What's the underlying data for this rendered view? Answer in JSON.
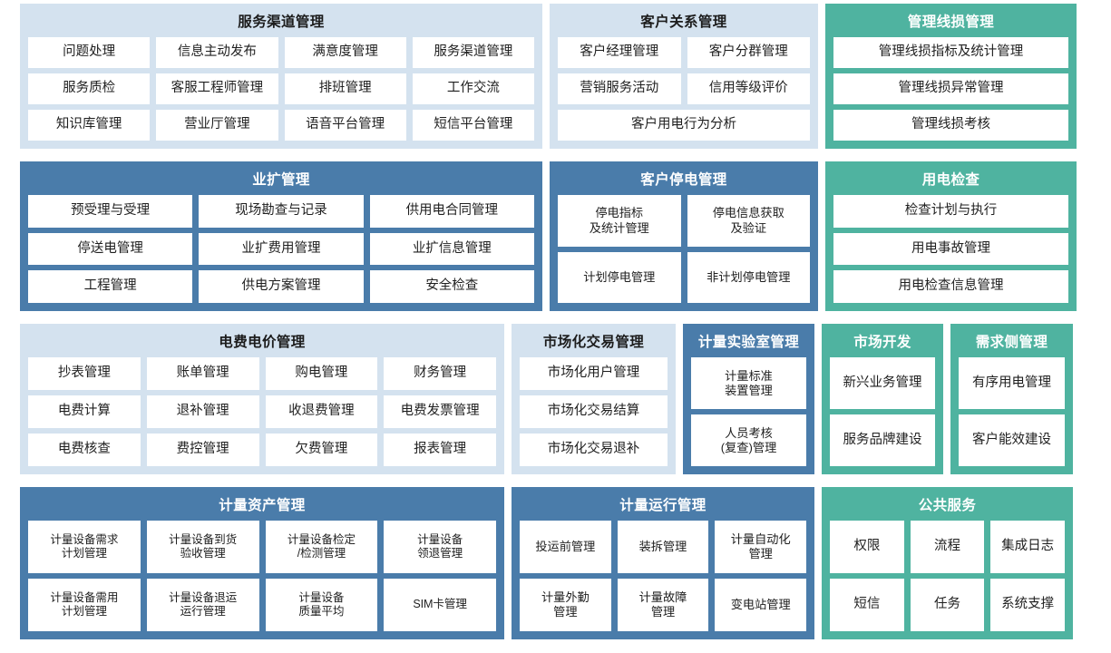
{
  "theme": {
    "light_panel": "#d4e2ef",
    "blue_panel": "#4a7caa",
    "teal_panel": "#4fb3a0",
    "tile_bg": "#ffffff",
    "dark_title": "#1c1c1c",
    "light_title": "#ffffff"
  },
  "rows": [
    {
      "panels": [
        {
          "key": "service_channel",
          "title": "服务渠道管理",
          "style": "light",
          "tiles": [
            [
              "问题处理",
              "信息主动发布",
              "满意度管理",
              "服务渠道管理"
            ],
            [
              "服务质检",
              "客服工程师管理",
              "排班管理",
              "工作交流"
            ],
            [
              "知识库管理",
              "营业厅管理",
              "语音平台管理",
              "短信平台管理"
            ]
          ]
        },
        {
          "key": "customer_relations",
          "title": "客户关系管理",
          "style": "light",
          "tiles": [
            [
              "客户经理管理",
              "客户分群管理"
            ],
            [
              "营销服务活动",
              "信用等级评价"
            ],
            [
              "客户用电行为分析"
            ]
          ]
        },
        {
          "key": "management_line_loss",
          "title": "管理线损管理",
          "style": "teal",
          "tiles": [
            [
              "管理线损指标及统计管理"
            ],
            [
              "管理线损异常管理"
            ],
            [
              "管理线损考核"
            ]
          ]
        }
      ]
    },
    {
      "panels": [
        {
          "key": "business_expansion",
          "title": "业扩管理",
          "style": "blue",
          "tiles": [
            [
              "预受理与受理",
              "现场勘查与记录",
              "供用电合同管理"
            ],
            [
              "停送电管理",
              "业扩费用管理",
              "业扩信息管理"
            ],
            [
              "工程管理",
              "供电方案管理",
              "安全检查"
            ]
          ]
        },
        {
          "key": "customer_outage",
          "title": "客户停电管理",
          "style": "blue",
          "tiles": [
            [
              "停电指标\n及统计管理",
              "停电信息获取\n及验证"
            ],
            [
              "计划停电管理",
              "非计划停电管理"
            ]
          ]
        },
        {
          "key": "power_inspection",
          "title": "用电检查",
          "style": "teal",
          "tiles": [
            [
              "检查计划与执行"
            ],
            [
              "用电事故管理"
            ],
            [
              "用电检查信息管理"
            ]
          ]
        }
      ]
    },
    {
      "panels": [
        {
          "key": "electricity_fee_price",
          "title": "电费电价管理",
          "style": "light",
          "tiles": [
            [
              "抄表管理",
              "账单管理",
              "购电管理",
              "财务管理"
            ],
            [
              "电费计算",
              "退补管理",
              "收退费管理",
              "电费发票管理"
            ],
            [
              "电费核查",
              "费控管理",
              "欠费管理",
              "报表管理"
            ]
          ]
        },
        {
          "key": "market_trading",
          "title": "市场化交易管理",
          "style": "light",
          "tiles": [
            [
              "市场化用户管理"
            ],
            [
              "市场化交易结算"
            ],
            [
              "市场化交易退补"
            ]
          ]
        },
        {
          "key": "metering_lab",
          "title": "计量实验室管理",
          "style": "blue",
          "tiles": [
            [
              "计量标准\n装置管理"
            ],
            [
              "人员考核\n(复查)管理"
            ]
          ]
        },
        {
          "key": "market_development",
          "title": "市场开发",
          "style": "teal",
          "tiles": [
            [
              "新兴业务管理"
            ],
            [
              "服务品牌建设"
            ]
          ]
        },
        {
          "key": "demand_side",
          "title": "需求侧管理",
          "style": "teal",
          "tiles": [
            [
              "有序用电管理"
            ],
            [
              "客户能效建设"
            ]
          ]
        }
      ]
    },
    {
      "panels": [
        {
          "key": "metering_assets",
          "title": "计量资产管理",
          "style": "blue",
          "tiles": [
            [
              "计量设备需求\n计划管理",
              "计量设备到货\n验收管理",
              "计量设备检定\n/检测管理",
              "计量设备\n领退管理"
            ],
            [
              "计量设备需用\n计划管理",
              "计量设备退运\n运行管理",
              "计量设备\n质量平均",
              "SIM卡管理"
            ]
          ]
        },
        {
          "key": "metering_operation",
          "title": "计量运行管理",
          "style": "blue",
          "tiles": [
            [
              "投运前管理",
              "装拆管理",
              "计量自动化\n管理"
            ],
            [
              "计量外勤\n管理",
              "计量故障\n管理",
              "变电站管理"
            ]
          ]
        },
        {
          "key": "public_service",
          "title": "公共服务",
          "style": "teal",
          "tiles": [
            [
              "权限",
              "流程",
              "集成日志"
            ],
            [
              "短信",
              "任务",
              "系统支撑"
            ]
          ]
        }
      ]
    }
  ]
}
